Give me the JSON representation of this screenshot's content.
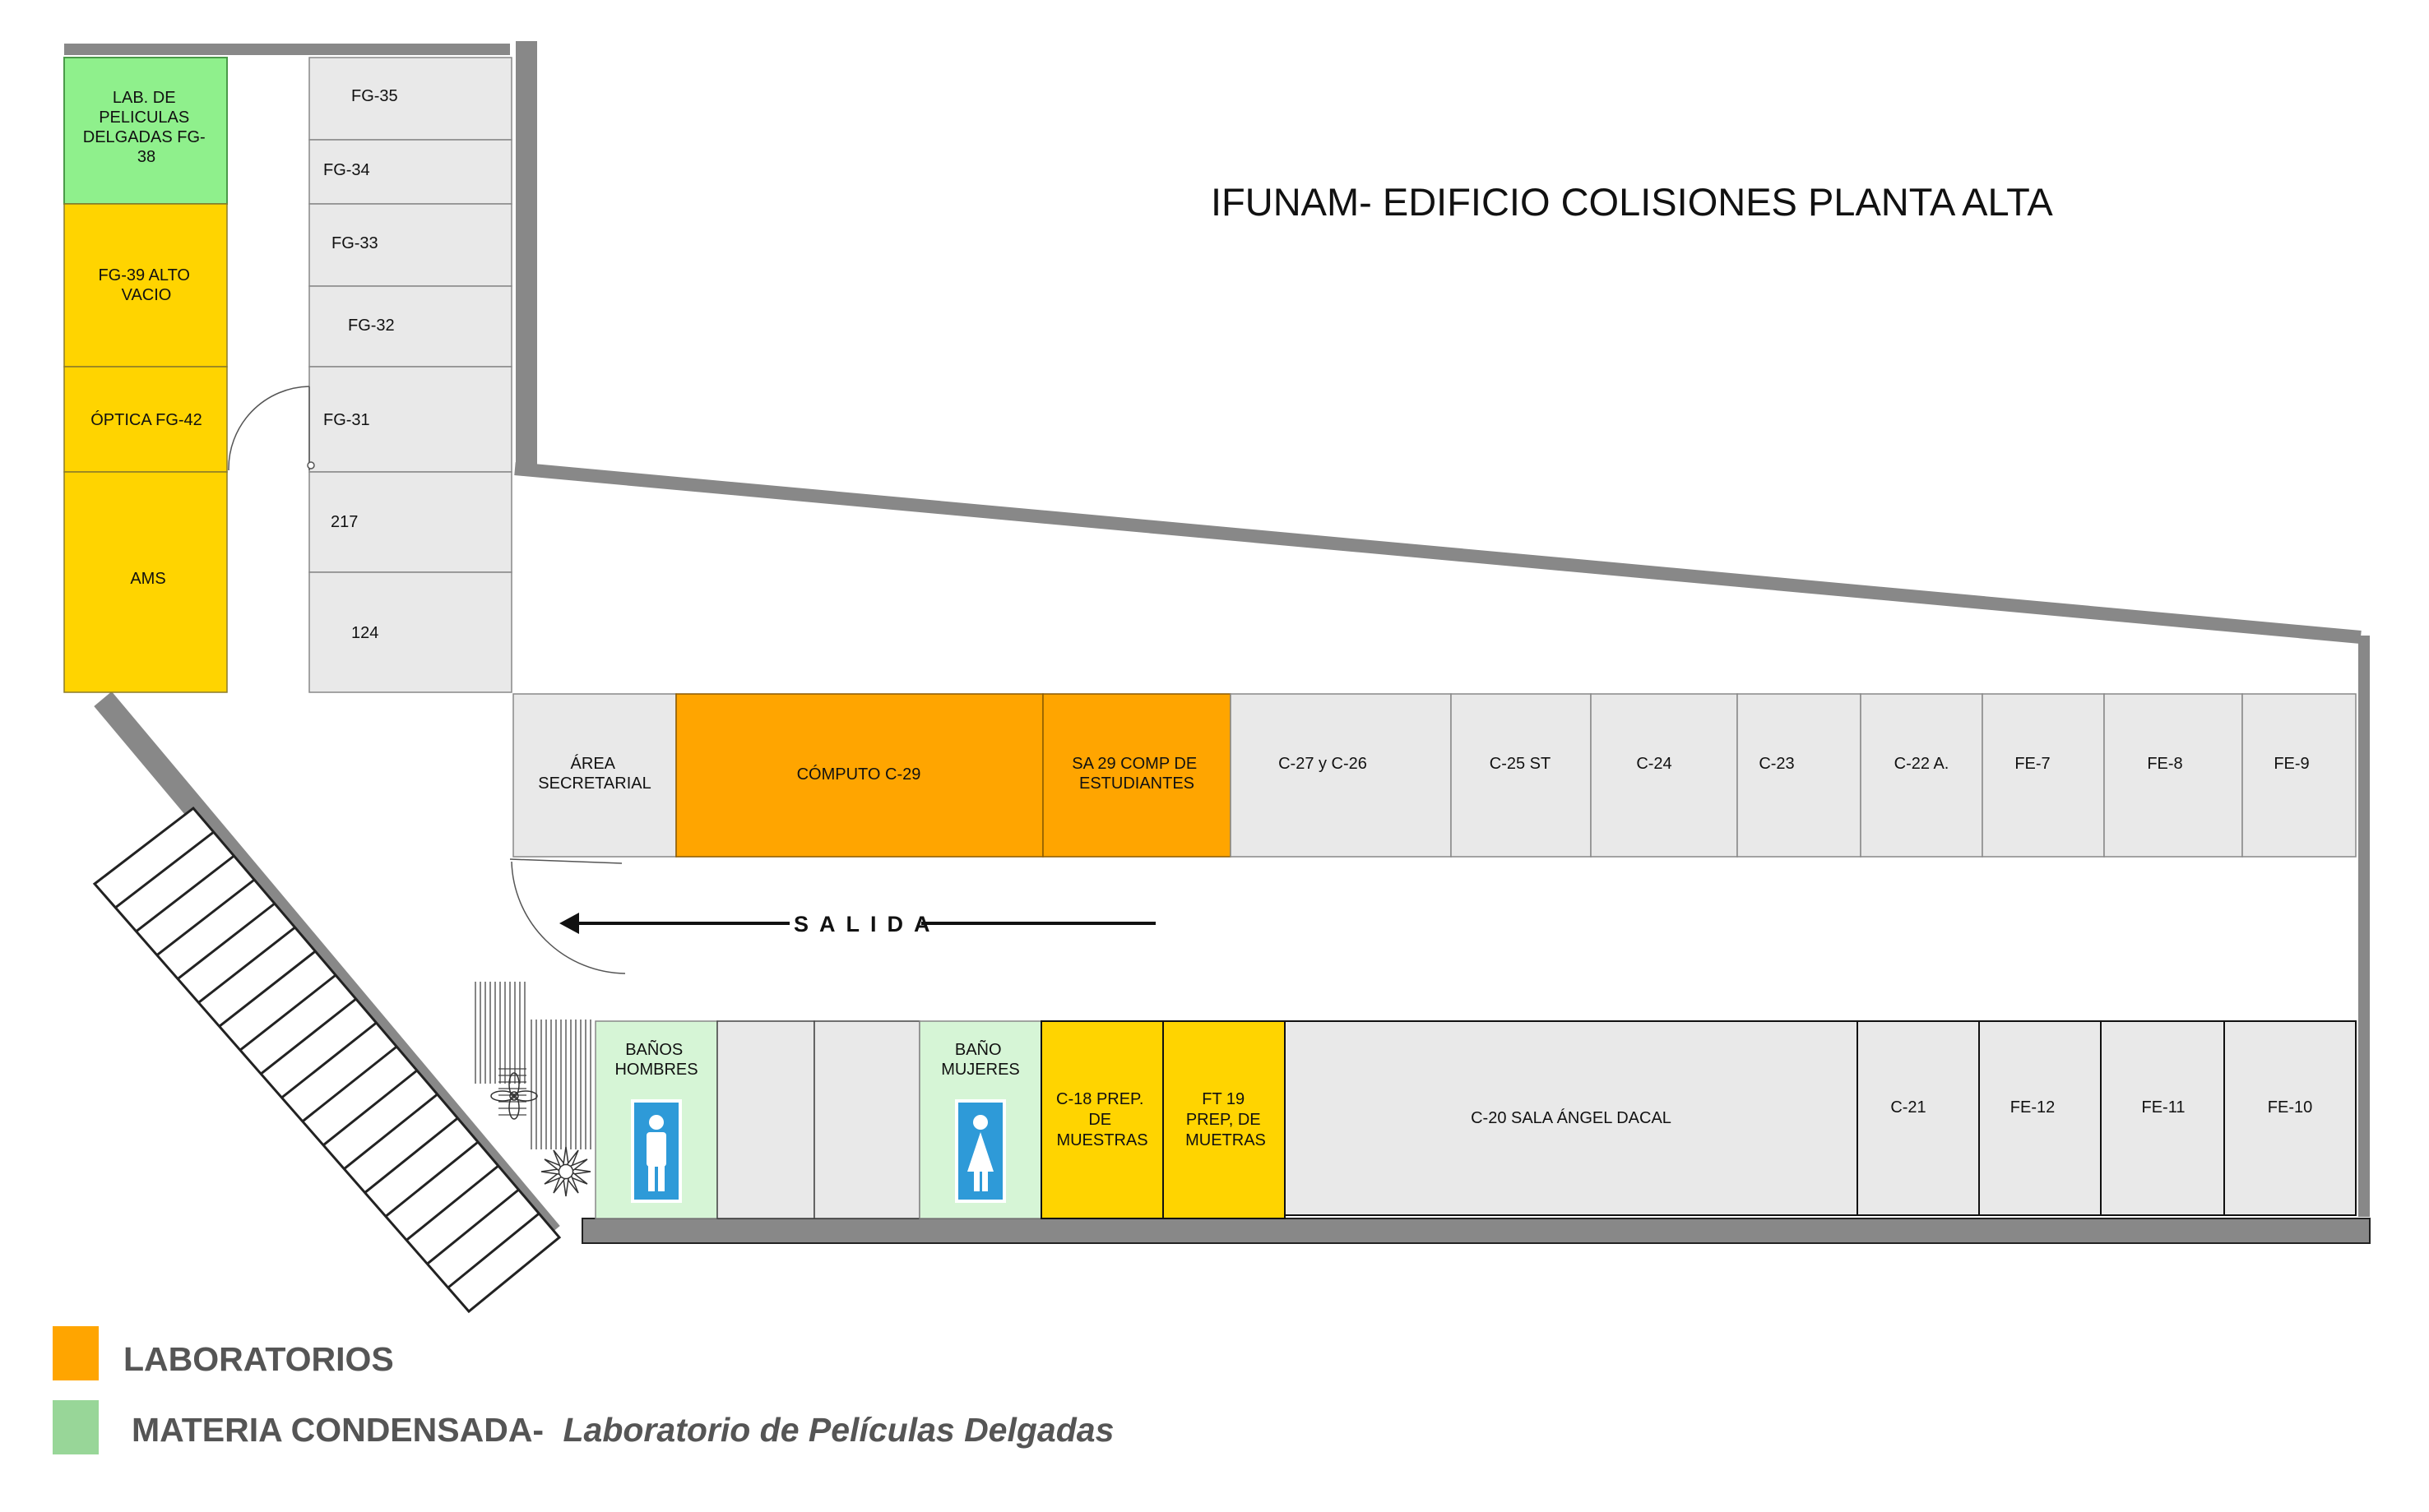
{
  "title": "IFUNAM- EDIFICIO COLISIONES PLANTA ALTA",
  "exit_label": "SALIDA",
  "colors": {
    "laboratorios": "#FFA500",
    "materia_condensada": "#8FF08C",
    "other_labs": "#FFD400",
    "room": "#E9E9E9",
    "bath": "#D6F5D6",
    "wall": "#888888",
    "bath_icon": "#2E9AD8"
  },
  "rooms": {
    "lab_peliculas": [
      "LAB. DE",
      "PELICULAS",
      "DELGADAS FG-",
      "38"
    ],
    "fg39": [
      "FG-39 ALTO",
      "VACIO"
    ],
    "optica": [
      "ÓPTICA FG-42"
    ],
    "ams": [
      "AMS"
    ],
    "fg35": [
      "FG-35"
    ],
    "fg34": [
      "FG-34"
    ],
    "fg33": [
      "FG-33"
    ],
    "fg32": [
      "FG-32"
    ],
    "fg31": [
      "FG-31"
    ],
    "r217": [
      "217"
    ],
    "r124": [
      "124"
    ],
    "area_secretarial": [
      "ÁREA",
      "SECRETARIAL"
    ],
    "computo": [
      "CÓMPUTO C-29"
    ],
    "sa29": [
      "SA 29 COMP DE",
      "ESTUDIANTES"
    ],
    "c27": [
      "C-27 y C-26"
    ],
    "c25": [
      "C-25 ST"
    ],
    "c24": [
      "C-24"
    ],
    "c23": [
      "C-23"
    ],
    "c22": [
      "C-22 A."
    ],
    "fe7": [
      "FE-7"
    ],
    "fe8": [
      "FE-8"
    ],
    "fe9": [
      "FE-9"
    ],
    "banos_hombres": [
      "BAÑOS",
      "HOMBRES"
    ],
    "bano_mujeres": [
      "BAÑO",
      "MUJERES"
    ],
    "c18": [
      "C-18 PREP.",
      "DE",
      "MUESTRAS"
    ],
    "ft19": [
      "FT 19",
      "PREP, DE",
      "MUETRAS"
    ],
    "c20": [
      "C-20 SALA ÁNGEL DACAL"
    ],
    "c21": [
      "C-21"
    ],
    "fe12": [
      "FE-12"
    ],
    "fe11": [
      "FE-11"
    ],
    "fe10": [
      "FE-10"
    ]
  },
  "legend": {
    "laboratorios": "LABORATORIOS",
    "materia_condensada": "MATERIA CONDENSADA-",
    "materia_condensada_detail": "Laboratorio de Películas Delgadas"
  },
  "icons": {
    "men": "man-restroom-icon",
    "women": "woman-restroom-icon",
    "plant": "plant-icon"
  }
}
